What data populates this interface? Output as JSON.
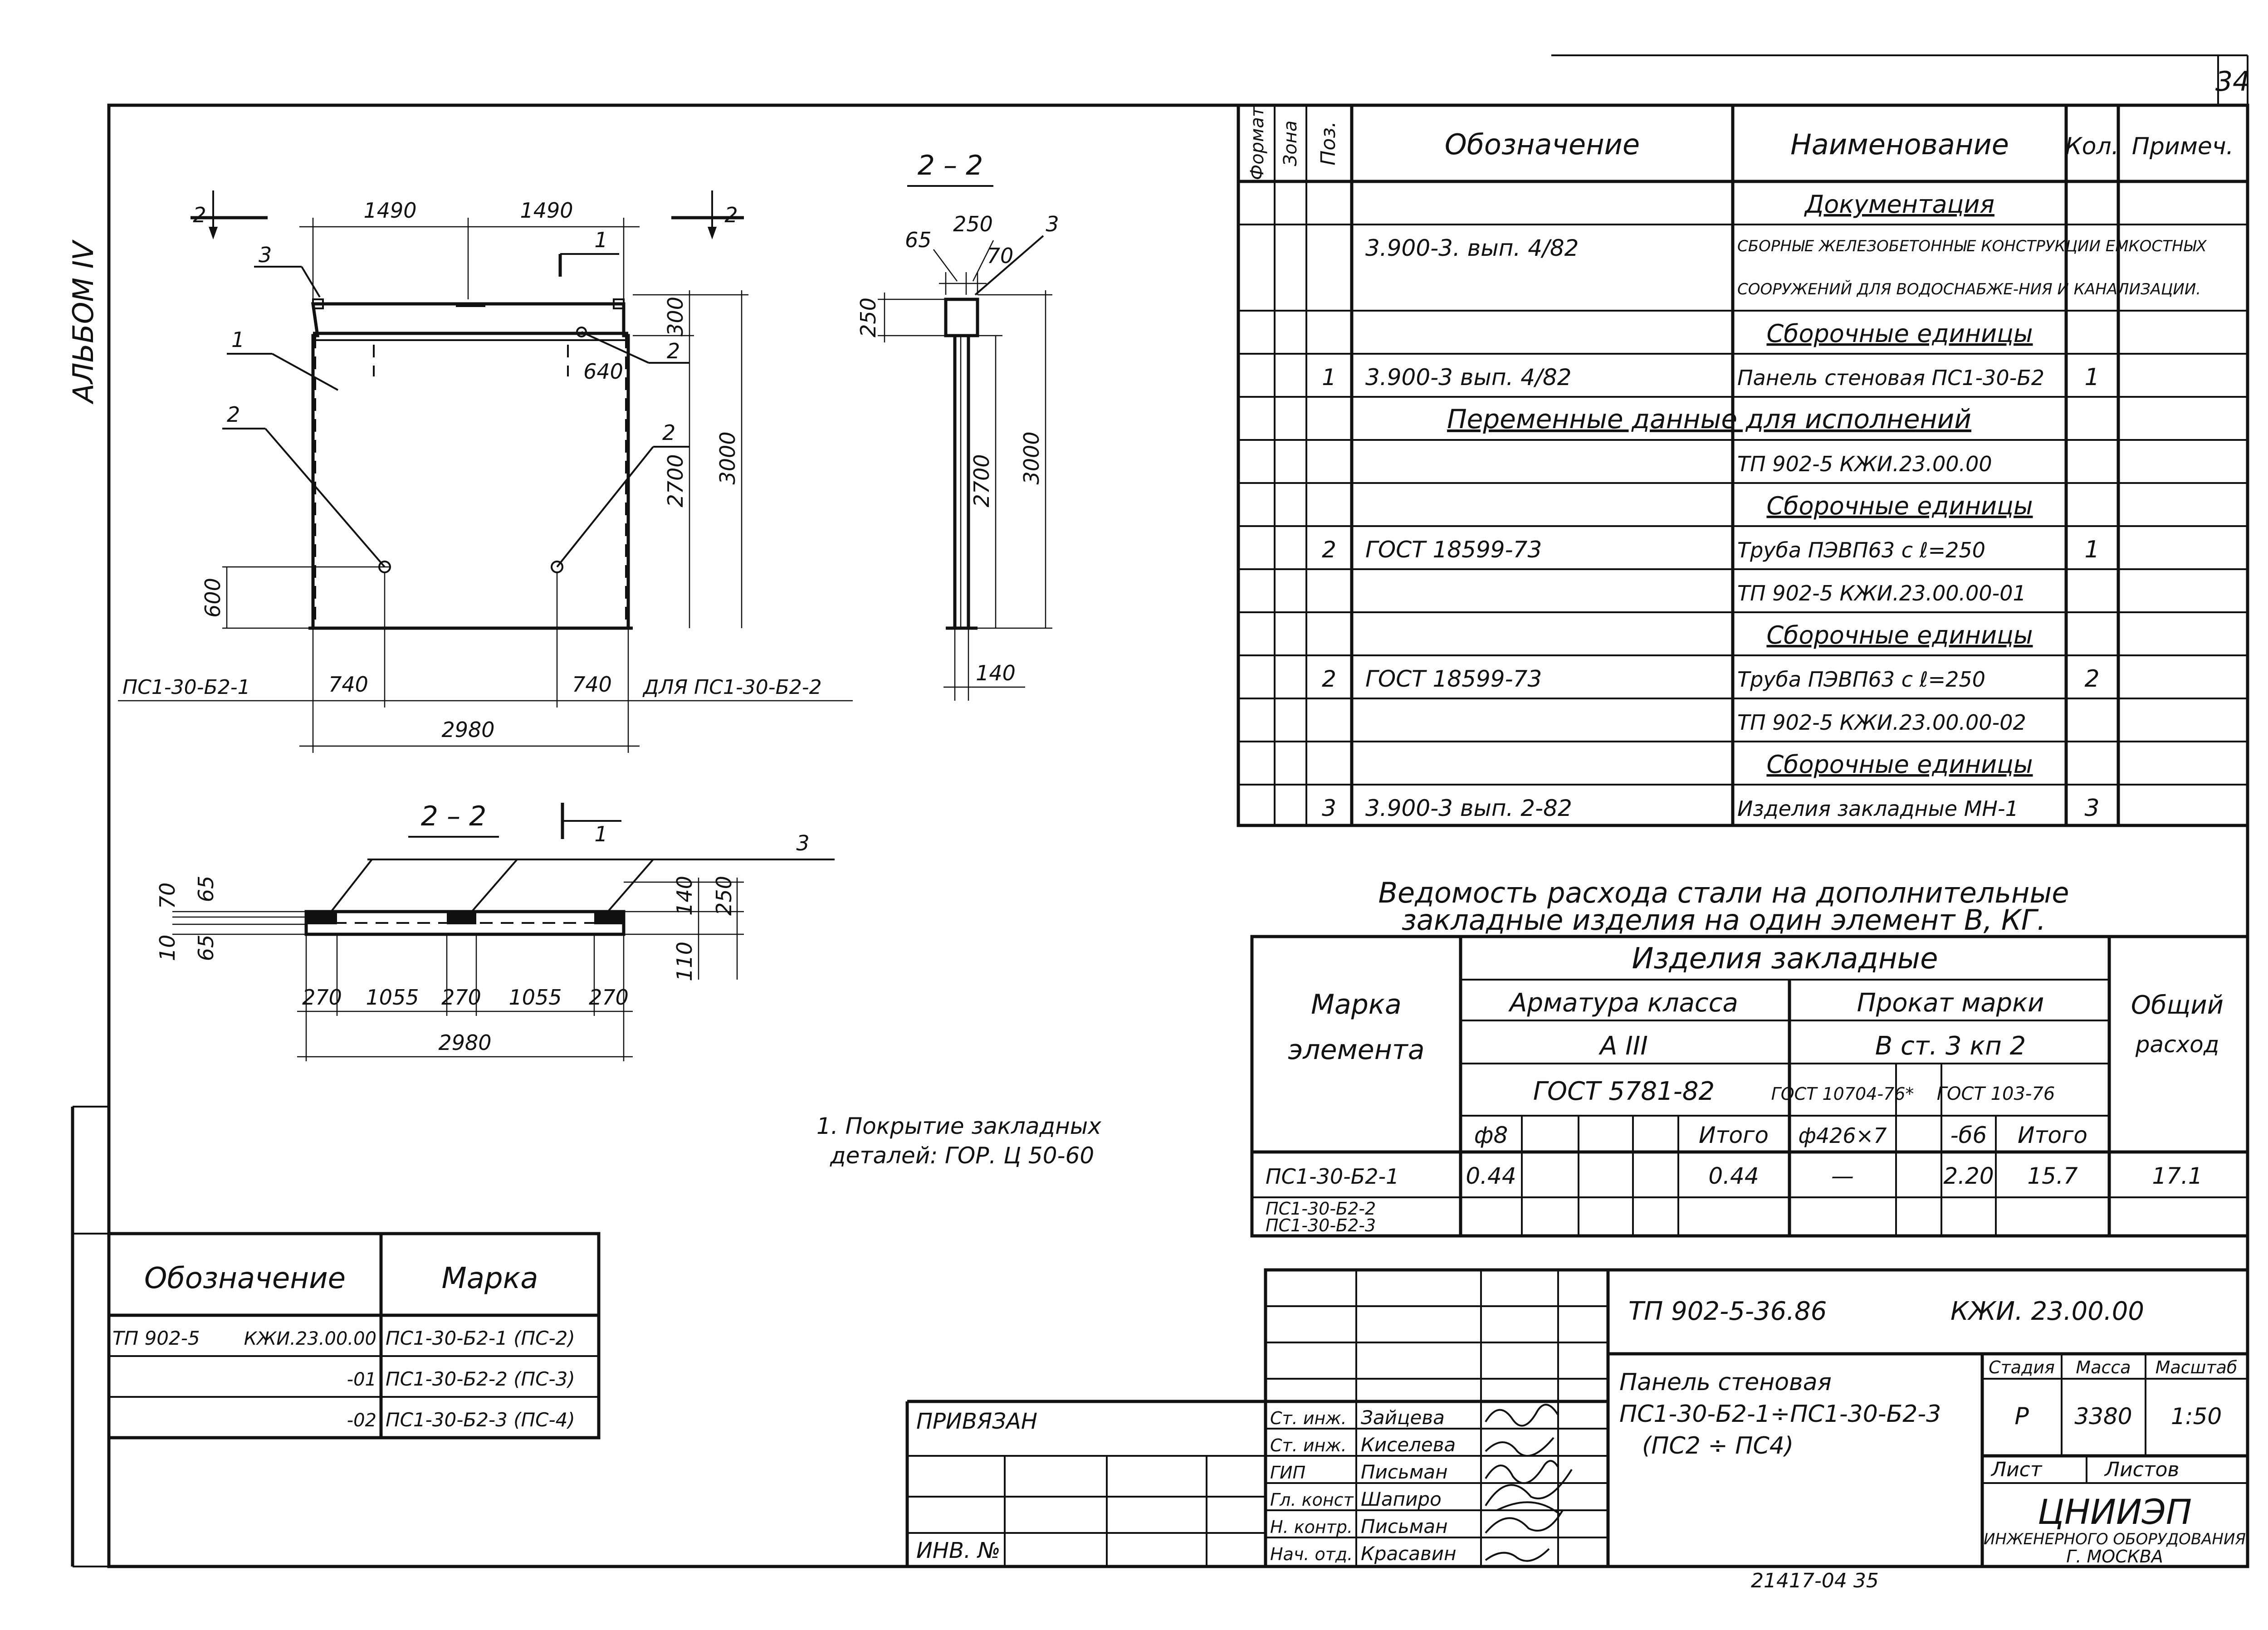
{
  "page_number": "34",
  "album": "АЛЬБОМ IV",
  "elevation": {
    "section_mark": "2",
    "top_dims": [
      "1490",
      "1490"
    ],
    "right_dims": [
      "300",
      "640",
      "2700",
      "3000"
    ],
    "left_dim": "600",
    "bottom_dims": [
      "740",
      "740"
    ],
    "total_width": "2980",
    "callouts": [
      "1",
      "2",
      "2",
      "2",
      "3",
      "1"
    ],
    "caption_left": "ПС1-30-Б2-1",
    "caption_right": "ДЛЯ ПС1-30-Б2-2"
  },
  "section_vertical": {
    "title": "2 – 2",
    "dims": [
      "65",
      "250",
      "70",
      "250",
      "2700",
      "3000",
      "140"
    ],
    "callout": "3"
  },
  "section_horizontal": {
    "title": "2 – 2",
    "cut_mark": "1",
    "callout": "3",
    "left_dims": [
      "70",
      "65",
      "10",
      "65"
    ],
    "right_dims": [
      "140",
      "250",
      "110"
    ],
    "bottom_dims": [
      "270",
      "1055",
      "270",
      "1055",
      "270"
    ],
    "total_width": "2980"
  },
  "note": {
    "line1": "1. Покрытие закладных",
    "line2": "деталей: ГОР. Ц 50-60"
  },
  "spec": {
    "headers": [
      "Формат",
      "Зона",
      "Поз.",
      "Обозначение",
      "Наименование",
      "Кол.",
      "Примеч."
    ],
    "rows": [
      {
        "pos": "",
        "code": "",
        "name": "Документация",
        "qty": "",
        "kind": "section"
      },
      {
        "pos": "",
        "code": "3.900-3. вып. 4/82",
        "name": "СБОРНЫЕ ЖЕЛЕЗОБЕТОННЫЕ КОНСТРУКЦИИ ЕМКОСТНЫХ",
        "qty": "",
        "kind": "small"
      },
      {
        "pos": "",
        "code": "",
        "name": "СООРУЖЕНИЙ ДЛЯ ВОДОСНАБЖЕ-НИЯ И КАНАЛИЗАЦИИ.",
        "qty": "",
        "kind": "small"
      },
      {
        "pos": "",
        "code": "",
        "name": "Сборочные единицы",
        "qty": "",
        "kind": "section"
      },
      {
        "pos": "1",
        "code": "3.900-3 вып. 4/82",
        "name": "Панель стеновая ПС1-30-Б2",
        "qty": "1",
        "kind": "item"
      },
      {
        "pos": "",
        "code": "",
        "name": "Переменные данные для исполнений",
        "qty": "",
        "kind": "wide"
      },
      {
        "pos": "",
        "code": "",
        "name": "ТП 902-5       КЖИ.23.00.00",
        "qty": "",
        "kind": "item"
      },
      {
        "pos": "",
        "code": "",
        "name": "Сборочные единицы",
        "qty": "",
        "kind": "section"
      },
      {
        "pos": "2",
        "code": "ГОСТ 18599-73",
        "name": "Труба ПЭВП63 с   ℓ=250",
        "qty": "1",
        "kind": "item"
      },
      {
        "pos": "",
        "code": "",
        "name": "ТП 902-5     КЖИ.23.00.00-01",
        "qty": "",
        "kind": "item"
      },
      {
        "pos": "",
        "code": "",
        "name": "Сборочные единицы",
        "qty": "",
        "kind": "section"
      },
      {
        "pos": "2",
        "code": "ГОСТ 18599-73",
        "name": "Труба ПЭВП63 с   ℓ=250",
        "qty": "2",
        "kind": "item"
      },
      {
        "pos": "",
        "code": "",
        "name": "ТП 902-5     КЖИ.23.00.00-02",
        "qty": "",
        "kind": "item"
      },
      {
        "pos": "",
        "code": "",
        "name": "Сборочные единицы",
        "qty": "",
        "kind": "section"
      },
      {
        "pos": "3",
        "code": "3.900-3 вып. 2-82",
        "name": "Изделия закладные МН-1",
        "qty": "3",
        "kind": "item"
      }
    ]
  },
  "steel": {
    "title_line1": "Ведомость расхода стали на дополнительные",
    "title_line2": "закладные изделия на один элемент В, КГ.",
    "mark_header_1": "Марка",
    "mark_header_2": "элемента",
    "embedded": "Изделия   закладные",
    "rebar_class": "Арматура класса",
    "rebar_grade": "А III",
    "rebar_gost": "ГОСТ 5781-82",
    "rolled": "Прокат марки",
    "rolled_grade": "В ст. 3 кп 2",
    "gost_a": "ГОСТ 10704-76*",
    "gost_b": "ГОСТ 103-76",
    "col_d8": "ф8",
    "col_total1": "Итого",
    "col_pipe": "ф426×7",
    "col_b6": "-б6",
    "col_total2": "Итого",
    "total_header_1": "Общий",
    "total_header_2": "расход",
    "row1": {
      "mark": "ПС1-30-Б2-1",
      "d8": "0.44",
      "total1": "0.44",
      "pipe": "—",
      "b6": "2.20",
      "total2": "15.7",
      "total": "17.1"
    },
    "row2_marks": [
      "ПС1-30-Б2-2",
      "ПС1-30-Б2-3"
    ]
  },
  "marks_table": {
    "h1": "Обозначение",
    "h2": "Марка",
    "rows": [
      {
        "a": "ТП 902-5",
        "b": "КЖИ.23.00.00",
        "m": "ПС1-30-Б2-1 (ПС-2)"
      },
      {
        "a": "",
        "b": "-01",
        "m": "ПС1-30-Б2-2 (ПС-3)"
      },
      {
        "a": "",
        "b": "-02",
        "m": "ПС1-30-Б2-3 (ПС-4)"
      }
    ]
  },
  "stamp": {
    "linked": "ПРИВЯЗАН",
    "inv": "ИНВ. №",
    "doc_code": "ТП 902-5-36.86",
    "doc_num": "КЖИ. 23.00.00",
    "title_1": "Панель стеновая",
    "title_2": "ПС1-30-Б2-1÷ПС1-30-Б2-3",
    "title_3": "(ПС2 ÷ ПС4)",
    "stage_h": "Стадия",
    "mass_h": "Масса",
    "scale_h": "Масштаб",
    "stage": "Р",
    "mass": "3380",
    "scale": "1:50",
    "sheet": "Лист",
    "sheets": "Листов",
    "org_1": "ЦНИИЭП",
    "org_2": "ИНЖЕНЕРНОГО ОБОРУДОВАНИЯ",
    "org_3": "Г. МОСКВА",
    "signatures": [
      {
        "role": "Ст. инж.",
        "name": "Зайцева"
      },
      {
        "role": "Ст. инж.",
        "name": "Киселева"
      },
      {
        "role": "ГИП",
        "name": "Письман"
      },
      {
        "role": "Гл. конст",
        "name": "Шапиро"
      },
      {
        "role": "Н. контр.",
        "name": "Письман"
      },
      {
        "role": "Нач. отд.",
        "name": "Красавин"
      }
    ],
    "bottom_code": "21417-04   35"
  }
}
